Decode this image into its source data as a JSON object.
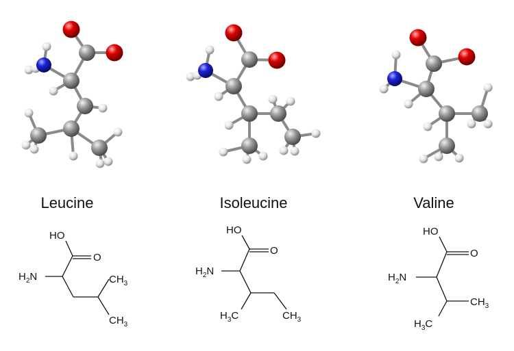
{
  "molecules": [
    {
      "name": "Leucine",
      "labels": {
        "hydroxyl": "HO",
        "oxygen": "O",
        "amine_prefix": "H",
        "amine_sub": "2",
        "amine_suffix": "N",
        "methyl_a": "CH",
        "methyl_a_sub": "3",
        "methyl_b": "CH",
        "methyl_b_sub": "3"
      }
    },
    {
      "name": "Isoleucine",
      "labels": {
        "hydroxyl": "HO",
        "oxygen": "O",
        "amine_prefix": "H",
        "amine_sub": "2",
        "amine_suffix": "N",
        "methyl_a": "H",
        "methyl_a_sub": "3",
        "methyl_a_suffix": "C",
        "methyl_b": "CH",
        "methyl_b_sub": "3"
      }
    },
    {
      "name": "Valine",
      "labels": {
        "hydroxyl": "HO",
        "oxygen": "O",
        "amine_prefix": "H",
        "amine_sub": "2",
        "amine_suffix": "N",
        "methyl_a": "CH",
        "methyl_a_sub": "3",
        "methyl_b": "H",
        "methyl_b_sub": "3",
        "methyl_b_suffix": "C"
      }
    }
  ],
  "atom_colors": {
    "carbon": "#8a8a8a",
    "oxygen": "#e00000",
    "nitrogen": "#1c23d6",
    "hydrogen": "#e6e6e6"
  }
}
